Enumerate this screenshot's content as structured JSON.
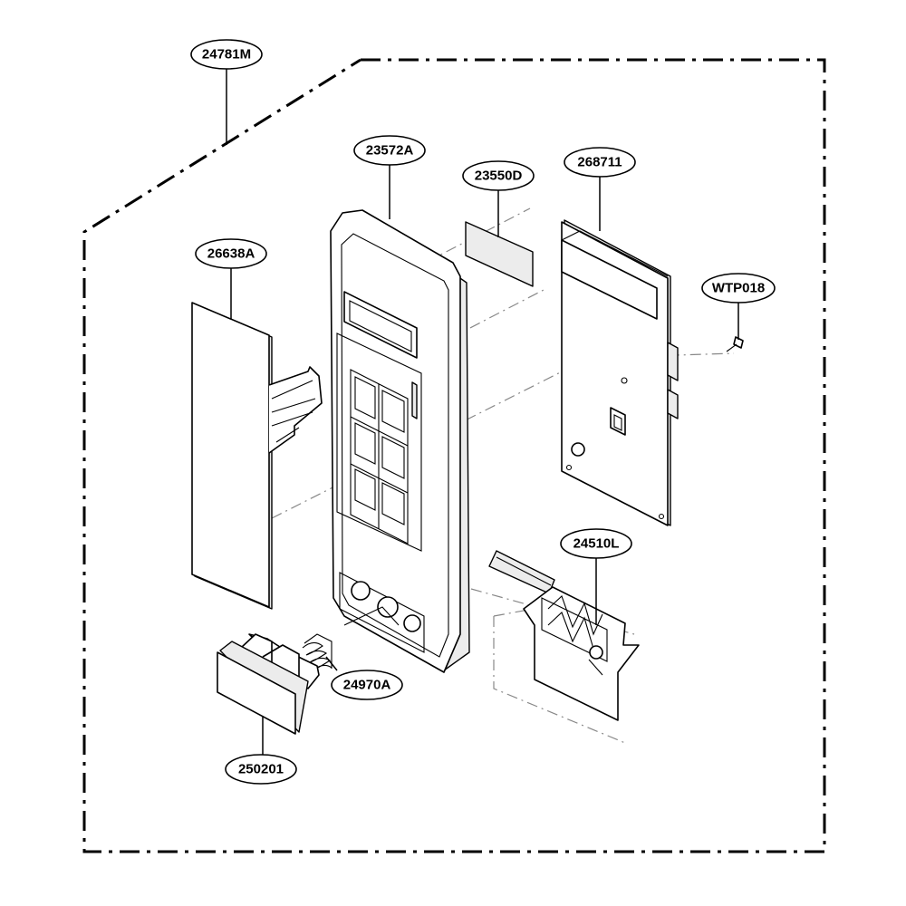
{
  "parts": [
    {
      "id": "p24781M",
      "code": "24781M"
    },
    {
      "id": "p23572A",
      "code": "23572A"
    },
    {
      "id": "p23550D",
      "code": "23550D"
    },
    {
      "id": "p268711",
      "code": "268711"
    },
    {
      "id": "p26638A",
      "code": "26638A"
    },
    {
      "id": "pWTP018",
      "code": "WTP018"
    },
    {
      "id": "p24510L",
      "code": "24510L"
    },
    {
      "id": "p24970A",
      "code": "24970A"
    },
    {
      "id": "p250201",
      "code": "250201"
    }
  ]
}
